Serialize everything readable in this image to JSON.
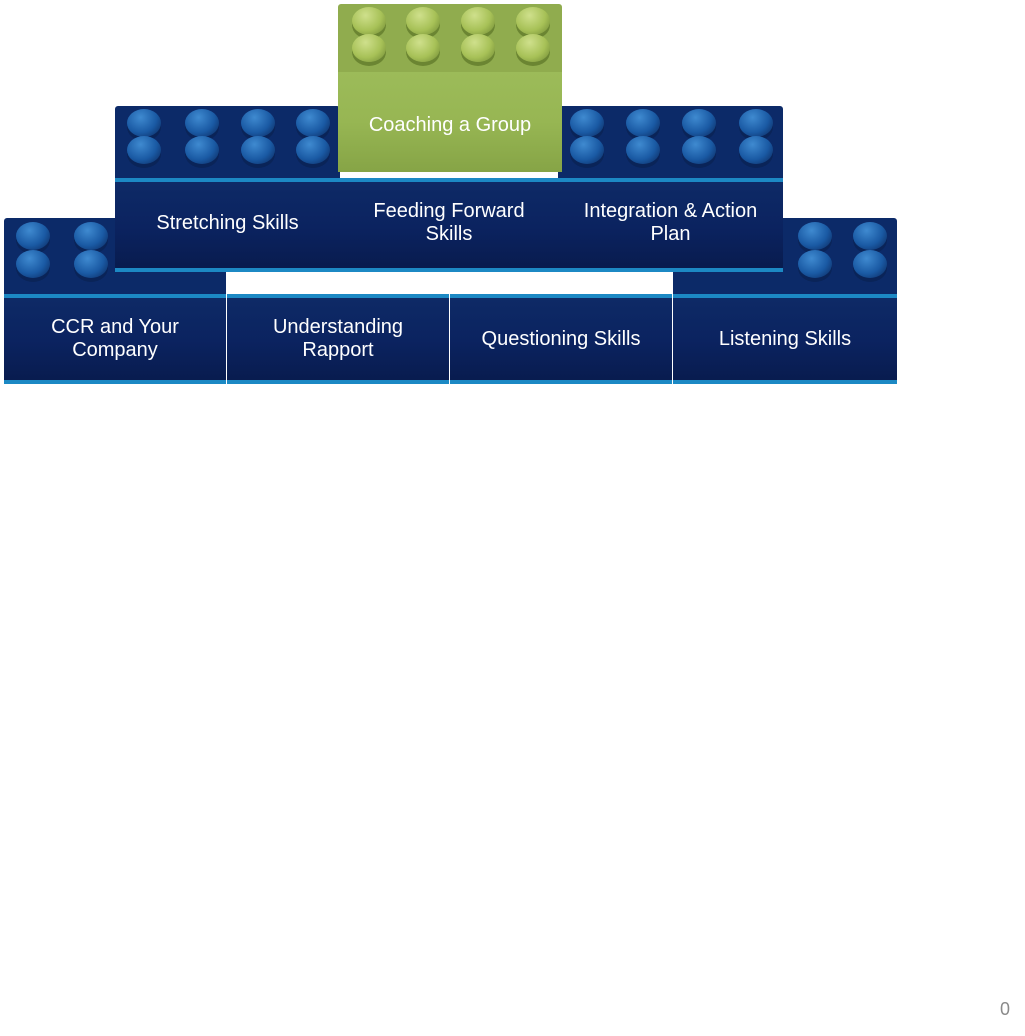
{
  "blocks": {
    "coaching_group": "Coaching a Group",
    "stretching": "Stretching Skills",
    "feeding_forward": "Feeding Forward\nSkills",
    "integration": "Integration & Action\nPlan",
    "ccr_company": "CCR and Your\nCompany",
    "rapport": "Understanding\nRapport",
    "questioning": "Questioning Skills",
    "listening": "Listening Skills"
  },
  "page_number": "0",
  "colors": {
    "brick_blue": "#0b2360",
    "brick_green": "#97b653",
    "rim_blue": "#1c89c4"
  }
}
